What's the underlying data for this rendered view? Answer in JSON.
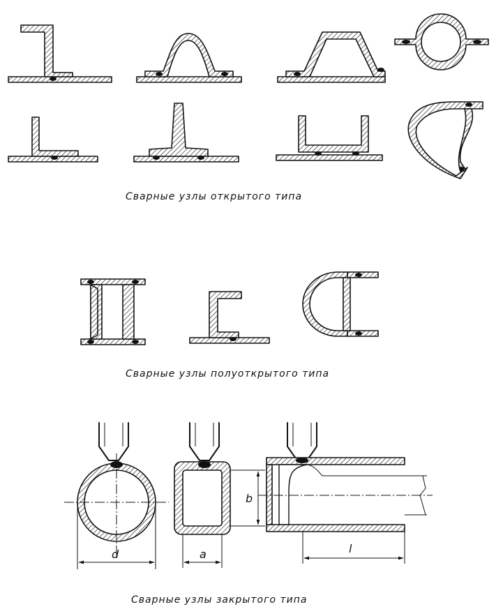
{
  "captions": {
    "open": "Сварные узлы открытого типа",
    "semi_open": "Сварные узлы полуоткрытого типа",
    "closed": "Сварные узлы закрытого типа"
  },
  "dimensions": {
    "d": "d",
    "a": "a",
    "b": "b",
    "l": "l"
  }
}
